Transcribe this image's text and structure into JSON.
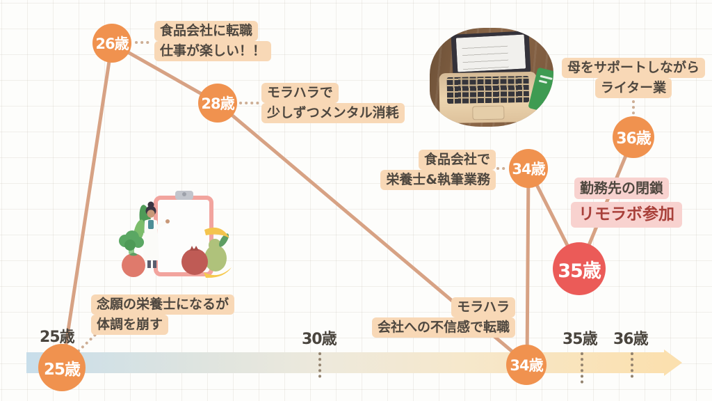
{
  "palette": {
    "orange_circle": "#F0924F",
    "red_circle": "#EB5B58",
    "peach_label_bg": "#F8D8B6",
    "pink_label_bg": "#F8D2CF",
    "line_color": "#D7A284",
    "dark_text": "#4E473F",
    "remolab_text": "#A8403A",
    "timeline_start": "#C8DEEA",
    "timeline_end": "#FBE0AF"
  },
  "nodes": {
    "age25_axis": {
      "label": "25歳"
    },
    "age26": {
      "label": "26歳"
    },
    "age28": {
      "label": "28歳"
    },
    "age34_event": {
      "label": "34歳"
    },
    "age34_axis": {
      "label": "34歳"
    },
    "age35": {
      "label": "35歳"
    },
    "age36": {
      "label": "36歳"
    }
  },
  "axis": {
    "age25": "25歳",
    "age30": "30歳",
    "age35": "35歳",
    "age36": "36歳"
  },
  "callouts": {
    "age26_job": {
      "line1": "食品会社に転職",
      "line2": "仕事が楽しい！！"
    },
    "age28_mental": {
      "line1": "モラハラで",
      "line2": "少しずつメンタル消耗"
    },
    "age25_dietitian": {
      "line1": "念願の栄養士になるが",
      "line2": "体調を崩す"
    },
    "age34_work": {
      "line1": "食品会社で",
      "line2": "栄養士&執筆業務"
    },
    "age34_moral": {
      "line1": "モラハラ",
      "line2": "会社への不信感で転職"
    },
    "age36_writer": {
      "line1": "母をサポートしながら",
      "line2": "ライター業"
    },
    "age35_closure": {
      "text": "勤務先の閉鎖"
    },
    "age35_remolab": {
      "text": "リモラボ参加"
    }
  }
}
